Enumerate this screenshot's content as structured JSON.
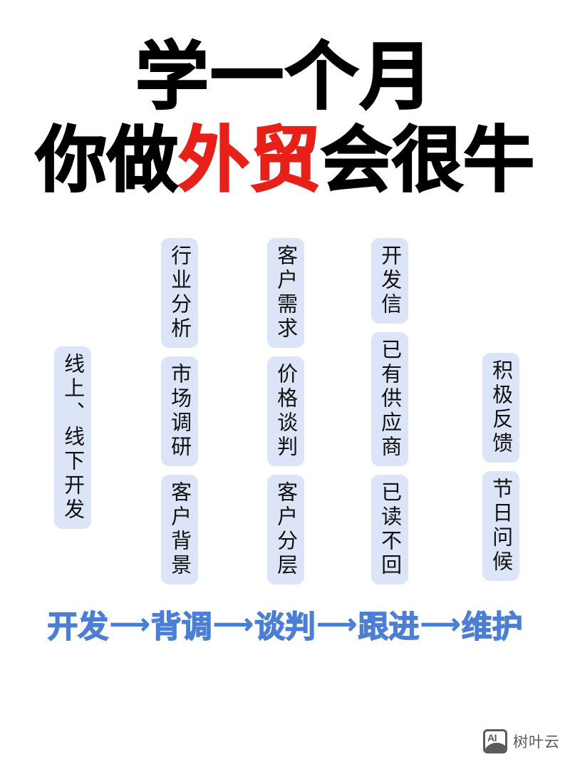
{
  "headline": {
    "line1": "学一个月",
    "line2_part1": "你做",
    "line2_highlight": "外贸",
    "line2_part2": "会很牛",
    "highlight_color": "#e8201a",
    "text_color": "#000000"
  },
  "columns": [
    {
      "id": "col-1",
      "stage": "开发",
      "pills": [
        {
          "label": "线上、线下开发"
        }
      ]
    },
    {
      "id": "col-2",
      "stage": "背调",
      "pills": [
        {
          "label": "行业分析"
        },
        {
          "label": "市场调研"
        },
        {
          "label": "客户背景"
        }
      ]
    },
    {
      "id": "col-3",
      "stage": "谈判",
      "pills": [
        {
          "label": "客户需求"
        },
        {
          "label": "价格谈判"
        },
        {
          "label": "客户分层"
        }
      ]
    },
    {
      "id": "col-4",
      "stage": "跟进",
      "pills": [
        {
          "label": "开发信"
        },
        {
          "label": "已有供应商"
        },
        {
          "label": "已读不回"
        }
      ]
    },
    {
      "id": "col-5",
      "stage": "维护",
      "pills": [
        {
          "label": "积极反馈"
        },
        {
          "label": "节日问候"
        }
      ]
    }
  ],
  "pill_style": {
    "background": "#dce5f7",
    "text_color": "#111111"
  },
  "flow": {
    "color": "#4a7fd4",
    "arrow": "⟶",
    "steps": [
      "开发",
      "背调",
      "谈判",
      "跟进",
      "维护"
    ]
  },
  "watermark": {
    "badge_label": "AI",
    "icon": "image-placeholder-icon",
    "text": "树叶云",
    "color": "#5b5b5b"
  }
}
